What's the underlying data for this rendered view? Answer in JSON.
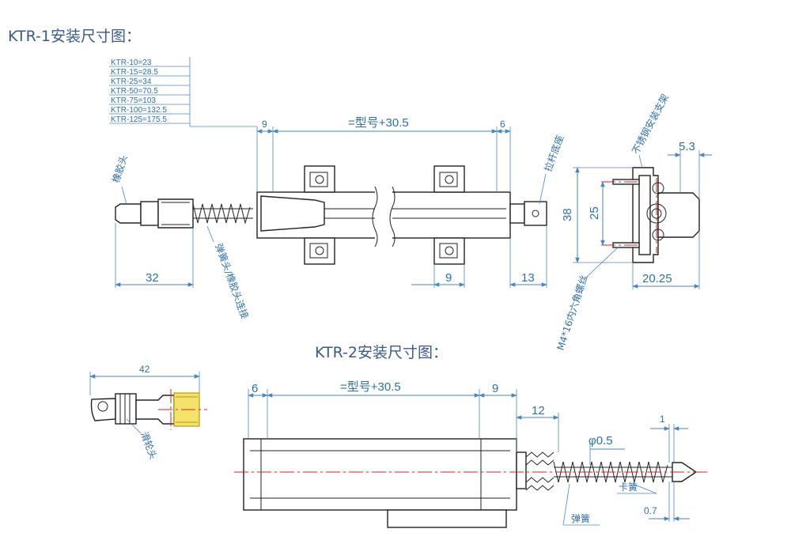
{
  "titles": {
    "ktr1": "KTR-1安装尺寸图：",
    "ktr2": "KTR-2安装尺寸图："
  },
  "ktr1_table": [
    "KTR-10=23",
    "KTR-15=28.5",
    "KTR-25=34",
    "KTR-50=70.5",
    "KTR-75=103",
    "KTR-100=132.5",
    "KTR-125=175.5"
  ],
  "ktr1_dims": {
    "left_9": "9",
    "main": "=型号+30.5",
    "right_6": "6",
    "tip_32": "32",
    "bracket_9": "9",
    "end_13": "13",
    "side_5_3": "5.3",
    "side_38": "38",
    "side_25": "25",
    "side_20_25": "20.25"
  },
  "ktr1_notes": {
    "tip": "橡胶头",
    "spring_joint": "弹簧头/橡胶头连接",
    "pull_rod": "拉杆底座",
    "bracket": "不锈钢安装支架",
    "screw": "M4*16内六角螺丝"
  },
  "ktr2_dims": {
    "width_42": "42",
    "left_6": "6",
    "main": "=型号+30.5",
    "right_9": "9",
    "len_12": "12",
    "dia": "φ0.5",
    "one": "1",
    "gap_0_7": "0.7"
  },
  "ktr2_notes": {
    "tip": "滑轮头",
    "clip": "卡簧",
    "spring": "弹簧"
  },
  "colors": {
    "dimension": "#4a86c0",
    "outline": "#222222",
    "center_line": "#dd2222",
    "title": "#3a5a8c",
    "highlight": "#f3e36a"
  }
}
